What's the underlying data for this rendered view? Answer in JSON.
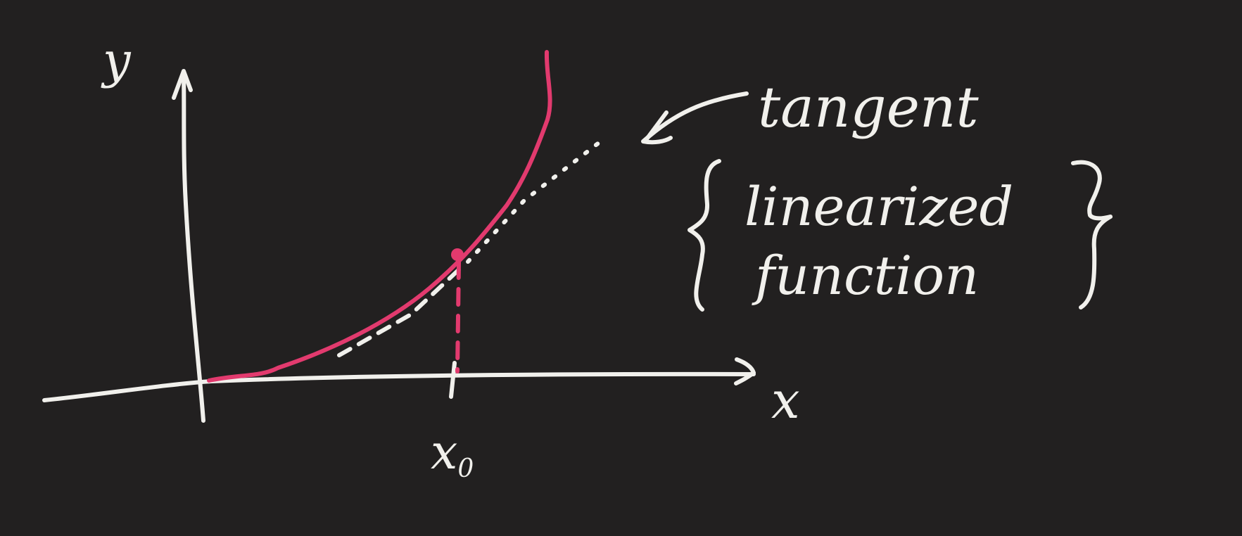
{
  "labels": {
    "y_axis": "y",
    "x_axis": "x",
    "point": "x",
    "point_subscript": "0",
    "annotation_line1": "tangent",
    "annotation_line2": "linearized",
    "annotation_line3": "function"
  },
  "colors": {
    "background": "#222020",
    "ink": "#f1f0ec",
    "curve": "#e23a6e"
  }
}
